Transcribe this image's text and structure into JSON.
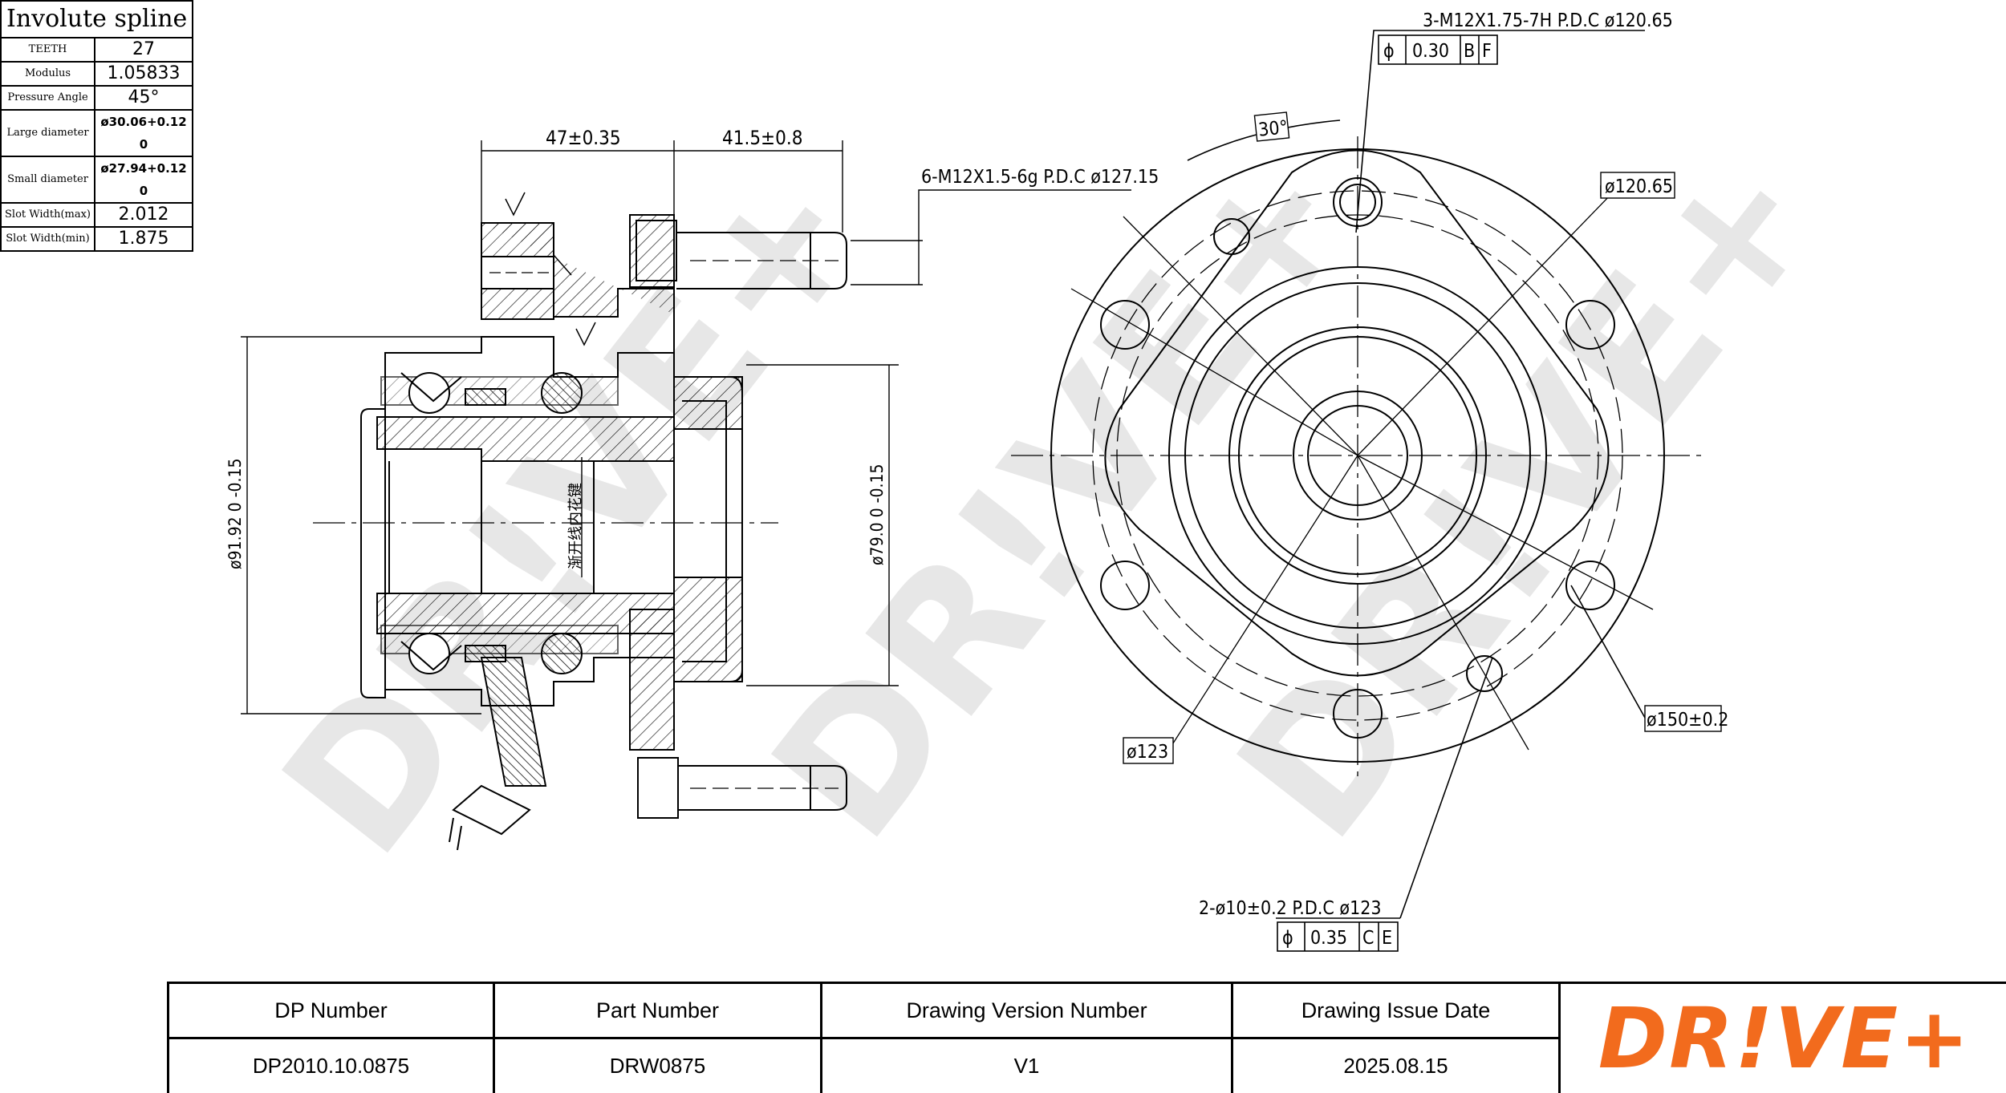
{
  "spline_table": {
    "title": "Involute spline",
    "rows": [
      {
        "key": "TEETH",
        "value": "27"
      },
      {
        "key": "Modulus",
        "value": "1.05833"
      },
      {
        "key": "Pressure Angle",
        "value": "45°"
      },
      {
        "key": "Large diameter",
        "value": "ø30.06+0.12 0"
      },
      {
        "key": "Small diameter",
        "value": "ø27.94+0.12 0"
      },
      {
        "key": "Slot Width(max)",
        "value": "2.012"
      },
      {
        "key": "Slot Width(min)",
        "value": "1.875"
      }
    ]
  },
  "section_view": {
    "dim_left_width": "47±0.35",
    "dim_stud_length": "41.5±0.8",
    "thread_callout": "6-M12X1.5-6g P.D.C ø127.15",
    "dim_outer_dia": "ø91.92 0 -0.15",
    "dim_pilot_dia": "ø79.0 0 -0.15",
    "spline_note": "渐开线内花键"
  },
  "front_view": {
    "thread_callout": "3-M12X1.75-7H P.D.C ø120.65",
    "fcf_top": [
      "ϕ",
      "0.30",
      "B",
      "F"
    ],
    "angle_label": "30°",
    "dim_pcd_bolt": "ø120.65",
    "dim_flange": "ø150±0.2",
    "dim_pcd_hole": "ø123",
    "hole_callout": "2-ø10±0.2 P.D.C ø123",
    "fcf_bottom": [
      "ϕ",
      "0.35",
      "C",
      "E"
    ]
  },
  "title_block": {
    "headers": [
      "DP Number",
      "Part Number",
      "Drawing Version Number",
      "Drawing Issue Date"
    ],
    "values": [
      "DP2010.10.0875",
      "DRW0875",
      "V1",
      "2025.08.15"
    ],
    "logo_text": "DR!VE+",
    "logo_color": "#f26b1d"
  },
  "watermark_text": "DR!VE+"
}
